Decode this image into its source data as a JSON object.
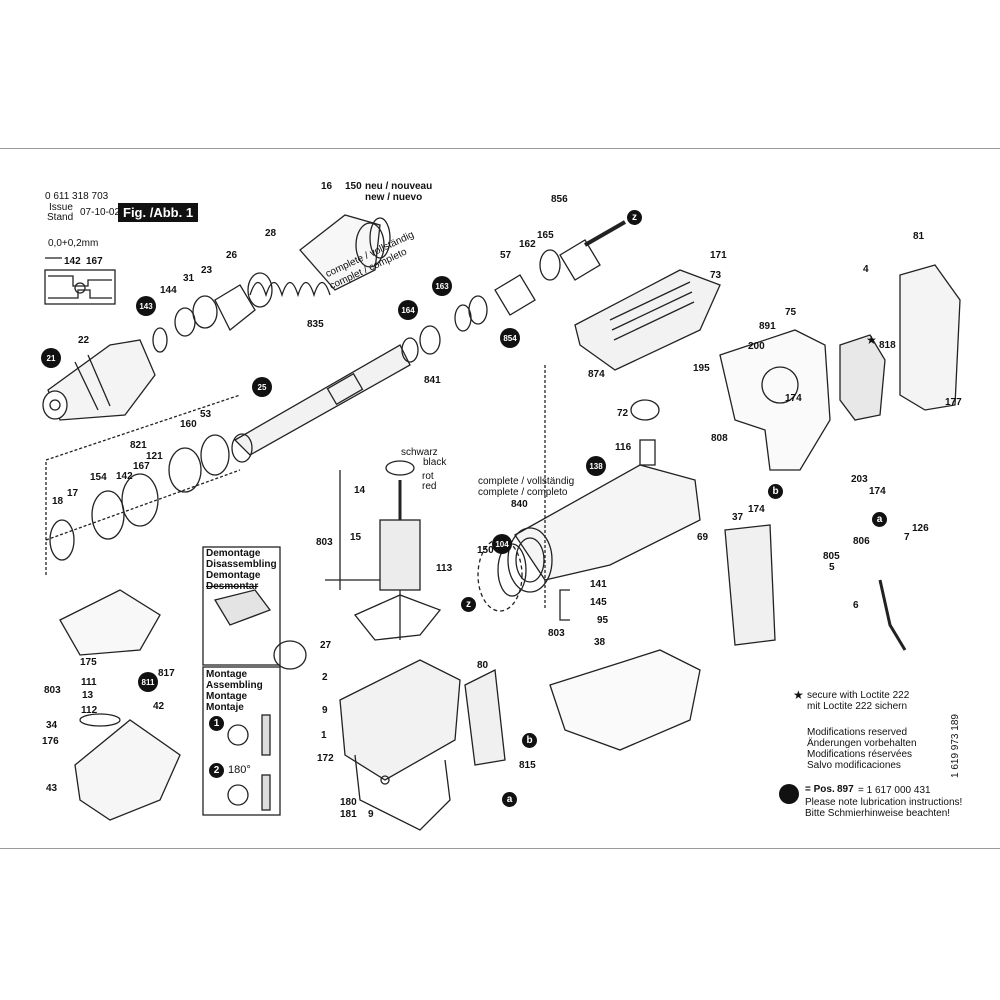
{
  "header": {
    "part_number": "0 611 318 703",
    "issue_label": "Issue",
    "stand_label": "Stand",
    "issue_date": "07-10-02",
    "figure_label": "Fig. /Abb. 1",
    "tolerance": "0,0+0,2mm"
  },
  "callouts": {
    "c16": "16",
    "c150a": "150",
    "c150a_note": "neu / nouveau",
    "c150a_note2": "new / nuevo",
    "c28": "28",
    "c26": "26",
    "c23": "23",
    "c31": "31",
    "c144": "144",
    "c143": "143",
    "c22": "22",
    "c21": "21",
    "c142": "142",
    "c167": "167",
    "c835": "835",
    "c835_note1": "complete / vollständig",
    "c835_note2": "complet / completo",
    "c25": "25",
    "c164": "164",
    "c163": "163",
    "c854": "854",
    "c841": "841",
    "c57": "57",
    "c162": "162",
    "c165": "165",
    "c856": "856",
    "c171": "171",
    "c73": "73",
    "c81": "81",
    "c4": "4",
    "c891": "891",
    "c75": "75",
    "c874": "874",
    "c195": "195",
    "c200": "200",
    "c818": "818",
    "c177": "177",
    "c174a": "174",
    "c72": "72",
    "c808": "808",
    "c116": "116",
    "c138": "138",
    "c203": "203",
    "c174b": "174",
    "c53": "53",
    "c160": "160",
    "c821": "821",
    "c121": "121",
    "c167b": "167",
    "c142b": "142",
    "c154": "154",
    "c17": "17",
    "c18": "18",
    "c14": "14",
    "c803a": "803",
    "c15": "15",
    "c113": "113",
    "schwarz": "schwarz",
    "black": "black",
    "rot": "rot",
    "red": "red",
    "c840_note1": "complete / vollständig",
    "c840_note2": "complete / completo",
    "c840": "840",
    "c150b": "150",
    "c104": "104",
    "c141": "141",
    "c145": "145",
    "c95": "95",
    "c803b": "803",
    "c37": "37",
    "c174c": "174",
    "c69": "69",
    "c806": "806",
    "c7": "7",
    "c126": "126",
    "c805": "805",
    "c5": "5",
    "c6": "6",
    "c38": "38",
    "c27": "27",
    "c2": "2",
    "c9a": "9",
    "c1": "1",
    "c172": "172",
    "c180": "180",
    "c181": "181",
    "c9b": "9",
    "c80": "80",
    "c815": "815",
    "c175": "175",
    "c111": "111",
    "c803c": "803",
    "c13": "13",
    "c112": "112",
    "c817": "817",
    "c811": "811",
    "c42": "42",
    "c34": "34",
    "c176": "176",
    "c43": "43",
    "ref_a": "a",
    "ref_b": "b",
    "ref_z": "z"
  },
  "boxes": {
    "demontage": [
      "Demontage",
      "Disassembling",
      "Demontage",
      "Desmontar"
    ],
    "montage": [
      "Montage",
      "Assembling",
      "Montage",
      "Montaje"
    ],
    "step1": "1",
    "step2": "2",
    "angle": "180°"
  },
  "notes": {
    "loctite_line1": "secure with Loctite 222",
    "loctite_line2": "mit Loctite 222 sichern",
    "mod1": "Modifications reserved",
    "mod2": "Änderungen vorbehalten",
    "mod3": "Modifications réservées",
    "mod4": "Salvo modificaciones",
    "pos_label": "= Pos.",
    "pos_num": "897",
    "pos_value": "= 1 617 000 431",
    "lube1": "Please note lubrication instructions!",
    "lube2": "Bitte Schmierhinweise beachten!",
    "doc_number": "1 619 973 189"
  }
}
